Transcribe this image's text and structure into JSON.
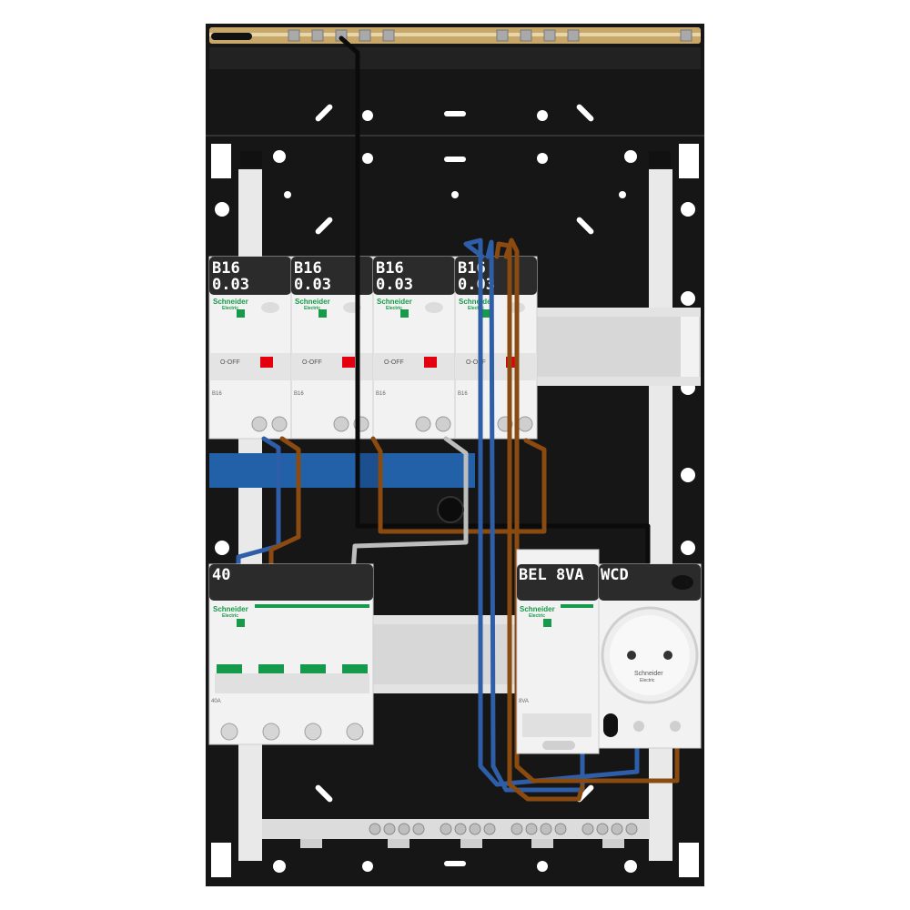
{
  "colors": {
    "enclosure": "#1a1a1a",
    "rail": "#e6e6e6",
    "module": "#f2f2f2",
    "label_bg": "#2b2b2b",
    "neutral_busbar": "#2260a8",
    "wire_blue": "#2f5ea8",
    "wire_brown": "#8a4a10",
    "wire_black": "#0b0b0b",
    "wire_grey": "#bdbdbd",
    "toggle_red": "#e3000f",
    "toggle_green": "#159a4c",
    "brand_green": "#179b4a",
    "copper": "#c8a86a"
  },
  "rcbos": [
    {
      "rating": "B16",
      "sensitivity": "0.03",
      "brand": "Schneider",
      "sub": "Electric",
      "status": "O-OFF",
      "curve": "B16"
    },
    {
      "rating": "B16",
      "sensitivity": "0.03",
      "brand": "Schneider",
      "sub": "Electric",
      "status": "O-OFF",
      "curve": "B16"
    },
    {
      "rating": "B16",
      "sensitivity": "0.03",
      "brand": "Schneider",
      "sub": "Electric",
      "status": "O-OFF",
      "curve": "B16"
    },
    {
      "rating": "B16",
      "sensitivity": "0.03",
      "brand": "Schneider",
      "sub": "Electric",
      "status": "O-OFF",
      "curve": "B16"
    }
  ],
  "main_switch": {
    "label": "40",
    "brand": "Schneider",
    "sub": "Electric",
    "rating": "40A"
  },
  "bell_transformer": {
    "label": "BEL 8VA",
    "brand": "Schneider",
    "sub": "Electric",
    "rating": "8VA"
  },
  "socket": {
    "label": "WCD",
    "brand": "Schneider",
    "sub": "Electric"
  },
  "icons": [
    "ground-symbol-icon",
    "home-icon",
    "screw-terminal-icon"
  ]
}
